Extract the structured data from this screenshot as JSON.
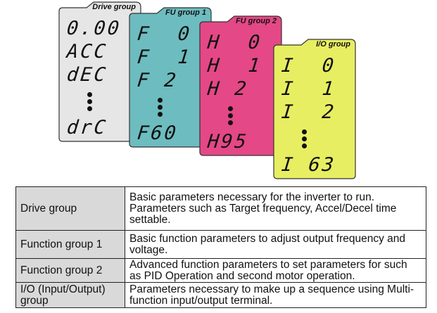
{
  "cards": [
    {
      "title": "Drive group",
      "color": "#e6e6e6",
      "rows": [
        "0.00",
        "ACC",
        "dEC"
      ],
      "last": "drC"
    },
    {
      "title": "FU group 1",
      "color": "#6dbcc0",
      "rows": [
        "F  0",
        "F  1",
        "F 2"
      ],
      "last": "F60"
    },
    {
      "title": "FU group 2",
      "color": "#e44886",
      "rows": [
        "H  0",
        "H  1",
        "H 2"
      ],
      "last": "H95"
    },
    {
      "title": "I/O group",
      "color": "#e8ee62",
      "rows": [
        "I  0",
        "I  1",
        "I  2"
      ],
      "last": "I 63"
    }
  ],
  "table": [
    {
      "group": "Drive group",
      "desc": "Basic parameters necessary for the inverter to run. Parameters such as Target frequency, Accel/Decel time settable."
    },
    {
      "group": "Function group 1",
      "desc": "Basic function parameters to adjust output frequency and voltage."
    },
    {
      "group": "Function group 2",
      "desc": "Advanced function parameters to set parameters for such as PID Operation and second motor operation."
    },
    {
      "group": "I/O (Input/Output) group",
      "desc": "Parameters necessary to make up a sequence using Multi-function input/output terminal."
    }
  ]
}
